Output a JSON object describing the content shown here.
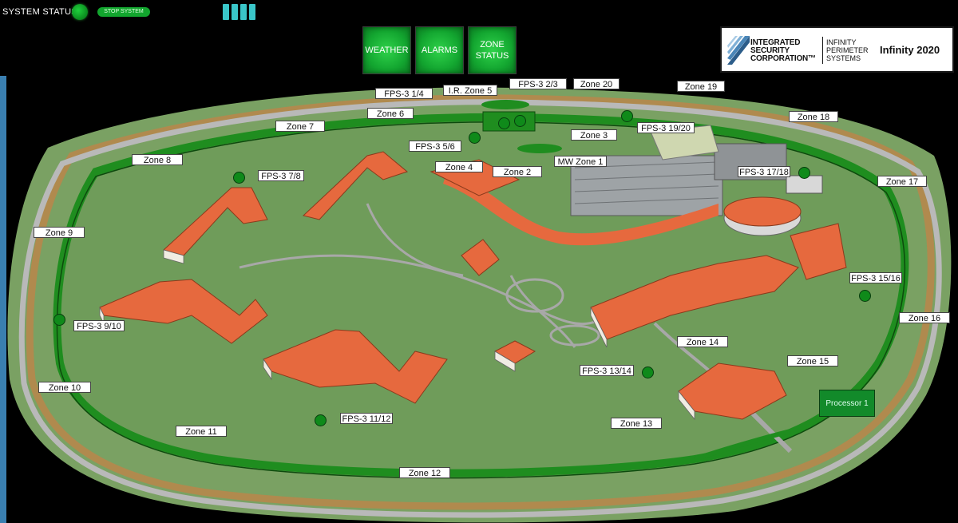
{
  "system": {
    "status_label": "SYSTEM STATUS:",
    "stop_label": "STOP SYSTEM"
  },
  "menu": {
    "weather": "WEATHER",
    "alarms": "ALARMS",
    "zone_status": "ZONE\nSTATUS"
  },
  "logo": {
    "company": "INTEGRATED\nSECURITY\nCORPORATION™",
    "product": "INFINITY\nPERIMETER\nSYSTEMS",
    "version": "Infinity 2020"
  },
  "colors": {
    "fence": "#1f8d1f",
    "grass": "#6f9c5a",
    "roof": "#e6693e",
    "road": "#b5b5b5"
  },
  "zones": {
    "z2": "Zone 2",
    "z3": "Zone 3",
    "z4": "Zone 4",
    "z6": "Zone 6",
    "z7": "Zone 7",
    "z8": "Zone 8",
    "z9": "Zone 9",
    "z10": "Zone 10",
    "z11": "Zone 11",
    "z12": "Zone 12",
    "z13": "Zone 13",
    "z14": "Zone 14",
    "z15": "Zone 15",
    "z16": "Zone 16",
    "z17": "Zone 17",
    "z18": "Zone 18",
    "z19": "Zone 19",
    "z20": "Zone 20",
    "ir5": "I.R. Zone 5",
    "mw1": "MW Zone 1"
  },
  "sensors": {
    "f14": "FPS-3 1/4",
    "f23": "FPS-3 2/3",
    "f56": "FPS-3 5/6",
    "f78": "FPS-3 7/8",
    "f910": "FPS-3 9/10",
    "f1112": "FPS-3 11/12",
    "f1314": "FPS-3 13/14",
    "f1516": "FPS-3 15/16",
    "f1718": "FPS-3 17/18",
    "f1920": "FPS-3 19/20"
  },
  "processor": "Processor 1"
}
